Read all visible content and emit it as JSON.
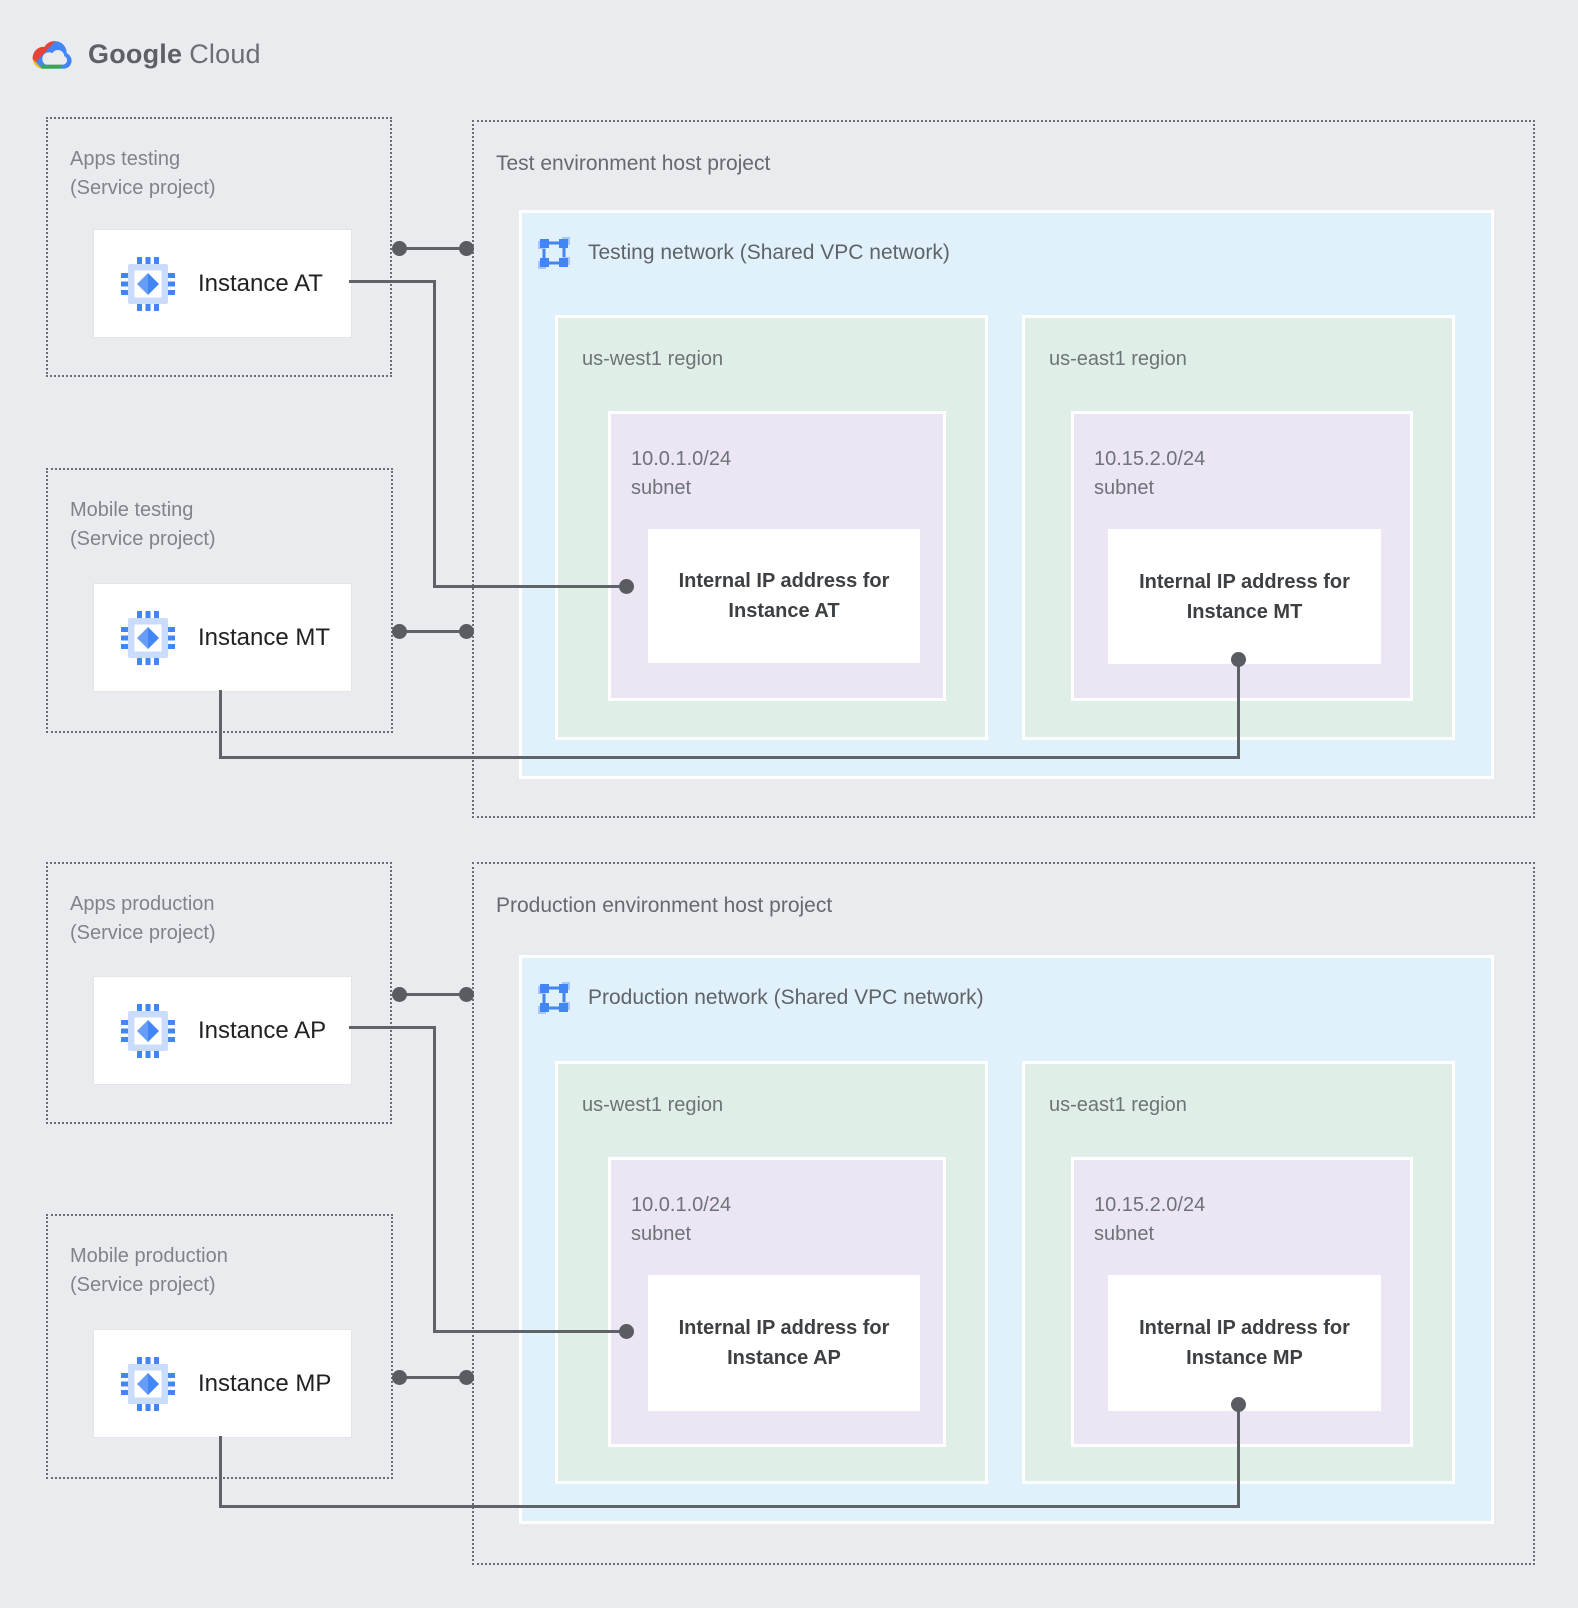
{
  "logo": {
    "brand": "Google",
    "product": "Cloud"
  },
  "service_projects": [
    {
      "title": "Apps testing",
      "subtitle": "(Service project)",
      "instance": "Instance AT"
    },
    {
      "title": "Mobile testing",
      "subtitle": "(Service project)",
      "instance": "Instance MT"
    },
    {
      "title": "Apps production",
      "subtitle": "(Service project)",
      "instance": "Instance AP"
    },
    {
      "title": "Mobile production",
      "subtitle": "(Service project)",
      "instance": "Instance MP"
    }
  ],
  "host_projects": [
    {
      "title": "Test environment host project",
      "network_label": "Testing network (Shared VPC network)",
      "regions": [
        {
          "label": "us-west1 region",
          "subnet_cidr": "10.0.1.0/24",
          "subnet_label": "subnet",
          "ip_line1": "Internal IP address for",
          "ip_line2": "Instance AT"
        },
        {
          "label": "us-east1 region",
          "subnet_cidr": "10.15.2.0/24",
          "subnet_label": "subnet",
          "ip_line1": "Internal IP address for",
          "ip_line2": "Instance MT"
        }
      ]
    },
    {
      "title": "Production environment host project",
      "network_label": "Production network (Shared VPC network)",
      "regions": [
        {
          "label": "us-west1 region",
          "subnet_cidr": "10.0.1.0/24",
          "subnet_label": "subnet",
          "ip_line1": "Internal IP address for",
          "ip_line2": "Instance AP"
        },
        {
          "label": "us-east1 region",
          "subnet_cidr": "10.15.2.0/24",
          "subnet_label": "subnet",
          "ip_line1": "Internal IP address for",
          "ip_line2": "Instance MP"
        }
      ]
    }
  ],
  "colors": {
    "canvas_bg": "#e9ebee",
    "network_fill": "#e0f1fb",
    "region_fill": "#dfefe7",
    "subnet_fill": "#ece5f3",
    "connector": "#5f6368",
    "accent_blue": "#4285f4"
  }
}
